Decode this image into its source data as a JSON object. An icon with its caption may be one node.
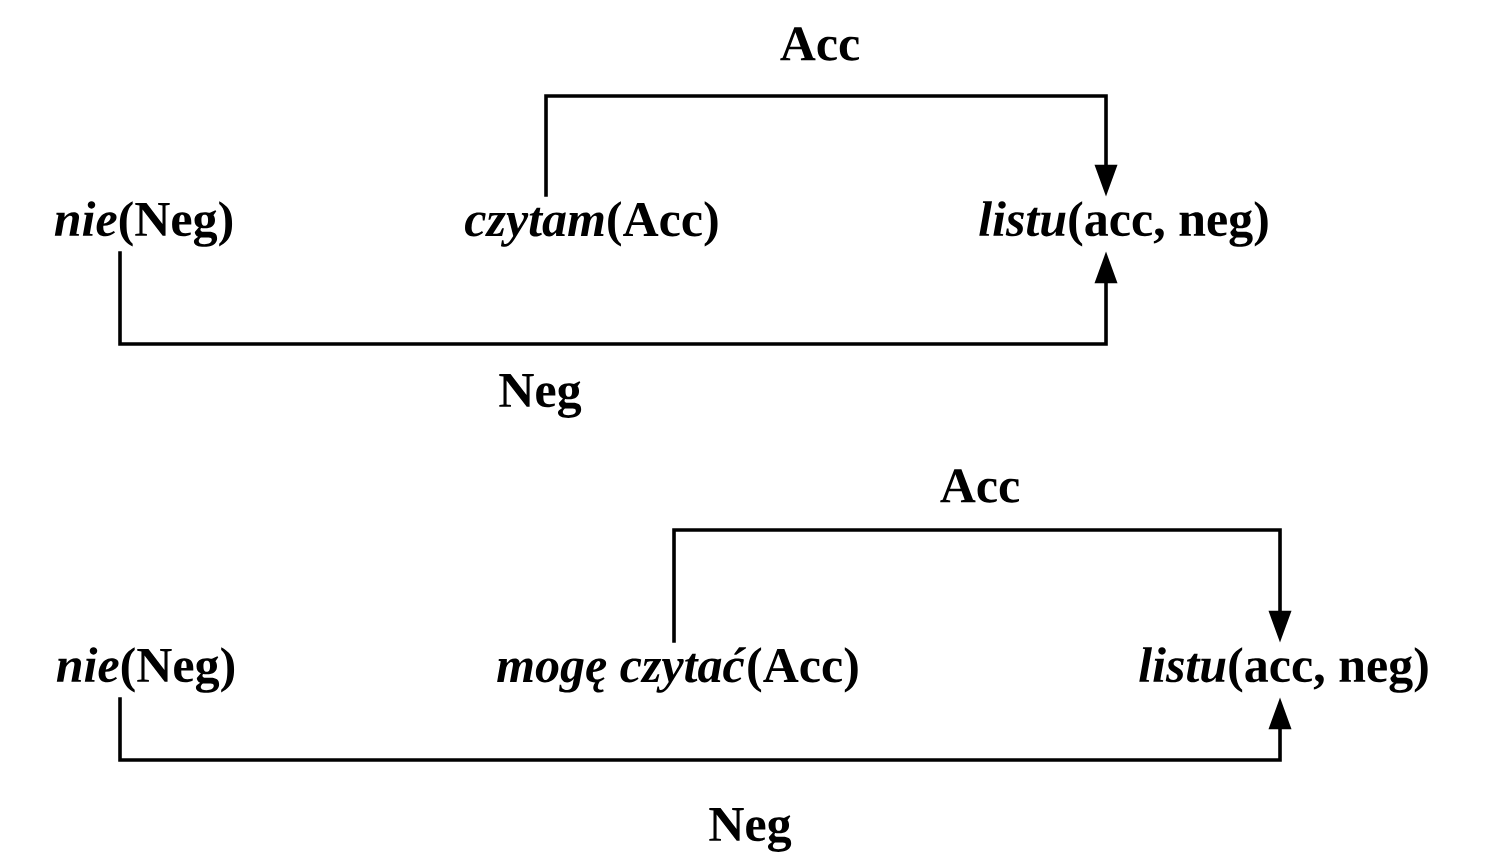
{
  "diagram": {
    "nodes": [
      {
        "text": [
          "*nie*(Neg)"
        ]
      },
      {
        "text": [
          "*czytam*(Acc)"
        ]
      },
      {
        "text": [
          "*listu*(acc, neg)"
        ]
      },
      {
        "text": [
          "*nie*(Neg)"
        ]
      },
      {
        "text": [
          "*mogę czytać*(Acc)"
        ]
      },
      {
        "text": [
          "*listu*(acc, neg)"
        ]
      }
    ],
    "edges": [
      {
        "from": 1,
        "to": 2,
        "arrow": "to",
        "label": "Acc"
      },
      {
        "from": 0,
        "to": 2,
        "arrow": "to",
        "label": "Neg"
      },
      {
        "from": 4,
        "to": 5,
        "arrow": "to",
        "label": "Acc"
      },
      {
        "from": 3,
        "to": 5,
        "arrow": "to",
        "label": "Neg"
      }
    ]
  }
}
